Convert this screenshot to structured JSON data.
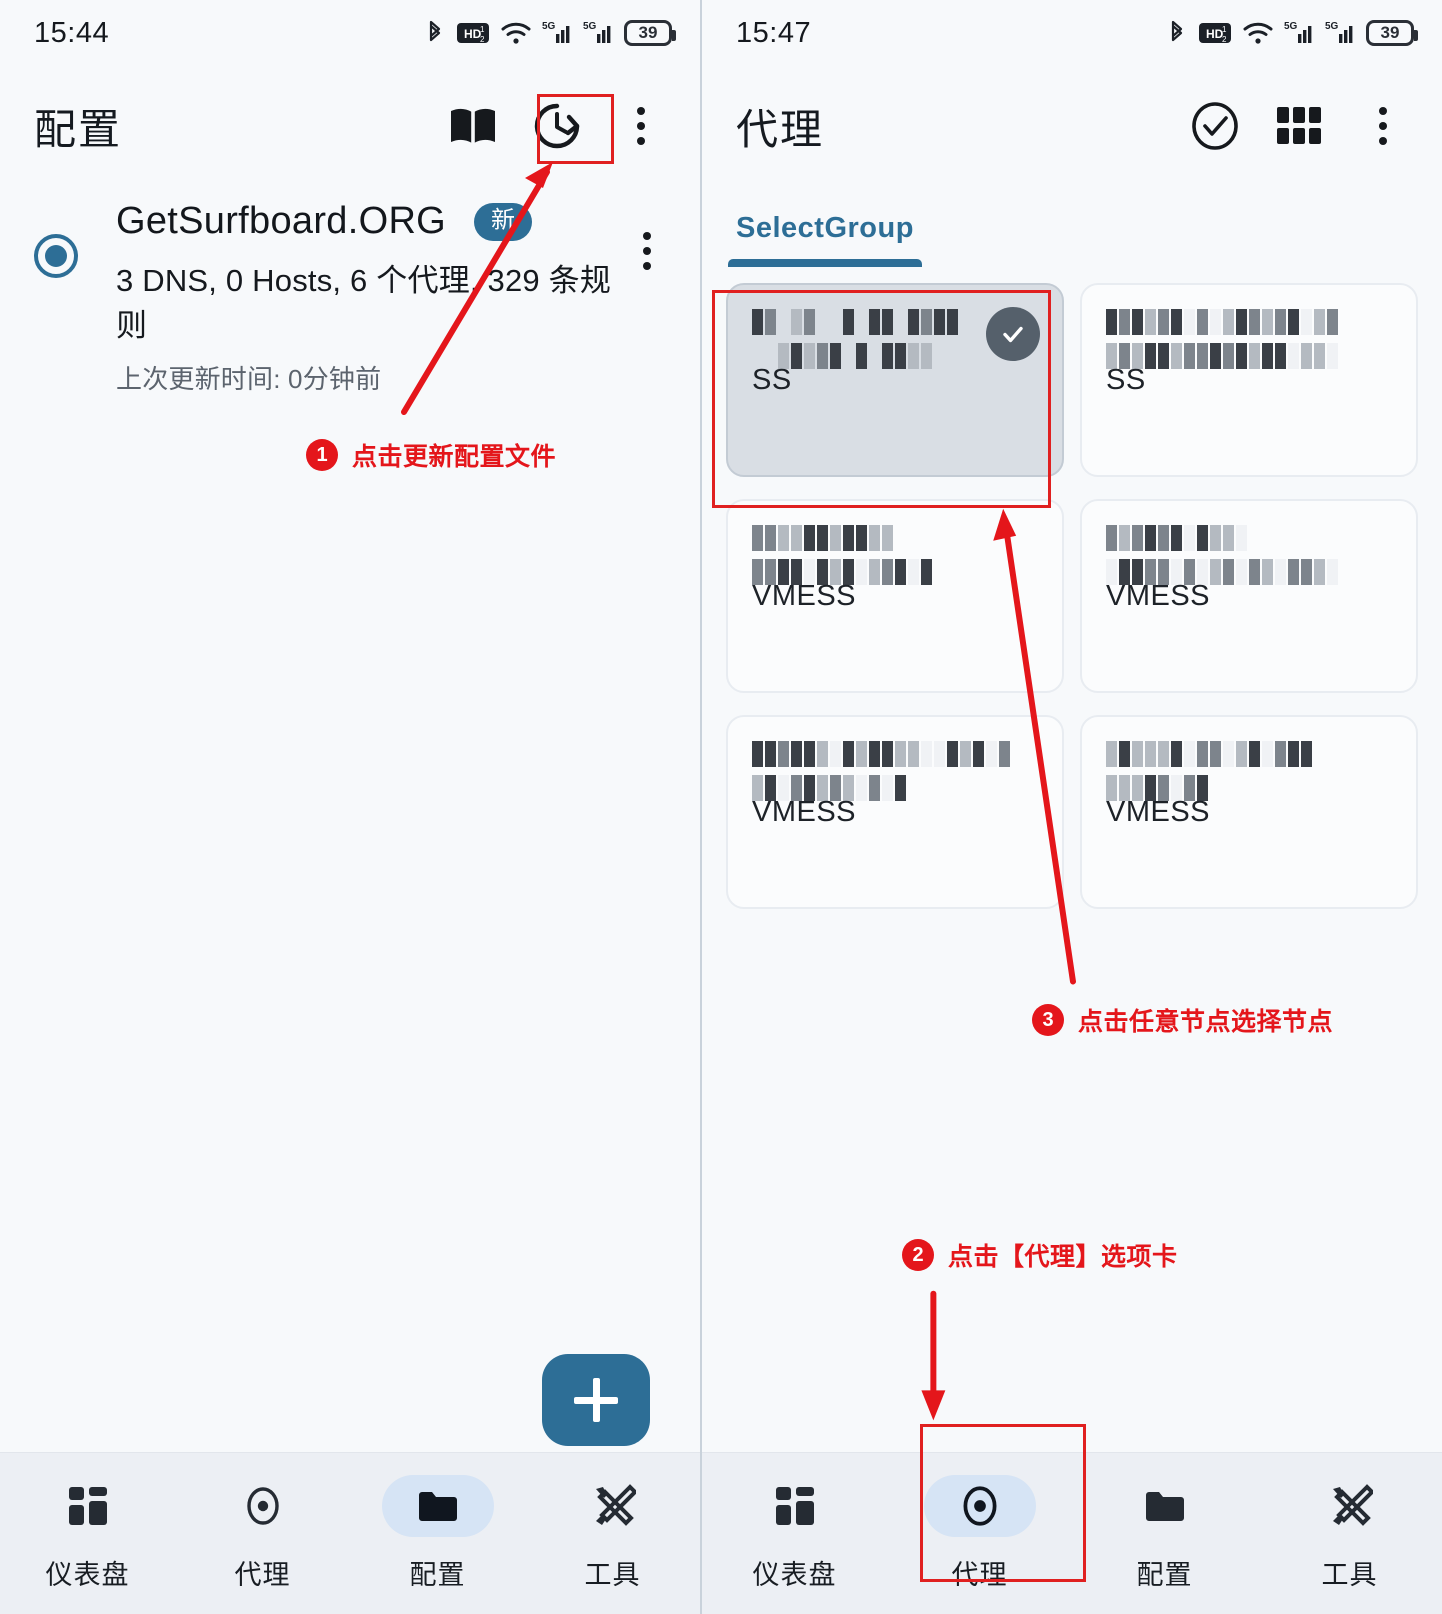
{
  "left": {
    "status": {
      "time": "15:44",
      "battery": "39",
      "icons": [
        "bluetooth-icon",
        "hd-voice-icon",
        "wifi-icon",
        "signal-5g-1-icon",
        "signal-5g-2-icon",
        "battery-icon"
      ]
    },
    "appbar": {
      "title": "配置",
      "actions": [
        {
          "name": "book-icon",
          "label": "文档"
        },
        {
          "name": "refresh-icon",
          "label": "更新"
        },
        {
          "name": "overflow-menu-icon",
          "label": "更多"
        }
      ]
    },
    "profile": {
      "name": "GetSurfboard.ORG",
      "badge": "新",
      "stats": "3 DNS, 0 Hosts, 6 个代理, 329 条规则",
      "updated": "上次更新时间: 0分钟前",
      "selected": true
    },
    "fab": {
      "label": "+",
      "name": "add-profile-fab"
    },
    "nav": [
      {
        "label": "仪表盘",
        "icon": "dashboard-icon",
        "active": false
      },
      {
        "label": "代理",
        "icon": "proxy-target-icon",
        "active": false
      },
      {
        "label": "配置",
        "icon": "folder-icon",
        "active": true
      },
      {
        "label": "工具",
        "icon": "tools-icon",
        "active": false
      }
    ]
  },
  "right": {
    "status": {
      "time": "15:47",
      "battery": "39"
    },
    "appbar": {
      "title": "代理",
      "actions": [
        {
          "name": "check-circle-icon",
          "label": "测速"
        },
        {
          "name": "grid-view-icon",
          "label": "视图"
        },
        {
          "name": "overflow-menu-icon",
          "label": "更多"
        }
      ]
    },
    "tabs": [
      {
        "label": "SelectGroup",
        "active": true
      }
    ],
    "cards": [
      {
        "type": "SS",
        "selected": true,
        "name_redacted": true,
        "lines": 2
      },
      {
        "type": "SS",
        "selected": false,
        "name_redacted": true,
        "lines": 2
      },
      {
        "type": "VMESS",
        "selected": false,
        "name_redacted": true,
        "lines": 2
      },
      {
        "type": "VMESS",
        "selected": false,
        "name_redacted": true,
        "lines": 2
      },
      {
        "type": "VMESS",
        "selected": false,
        "name_redacted": true,
        "lines": 2
      },
      {
        "type": "VMESS",
        "selected": false,
        "name_redacted": true,
        "lines": 2
      }
    ],
    "nav": [
      {
        "label": "仪表盘",
        "icon": "dashboard-icon",
        "active": false
      },
      {
        "label": "代理",
        "icon": "proxy-target-icon",
        "active": true
      },
      {
        "label": "配置",
        "icon": "folder-icon",
        "active": false
      },
      {
        "label": "工具",
        "icon": "tools-icon",
        "active": false
      }
    ]
  },
  "annotations": [
    {
      "num": "1",
      "text": "点击更新配置文件"
    },
    {
      "num": "2",
      "text": "点击【代理】选项卡"
    },
    {
      "num": "3",
      "text": "点击任意节点选择节点"
    }
  ],
  "colors": {
    "accent": "#2d6e96",
    "annotation": "#e4161b",
    "highlight": "#e02020",
    "nav_pill": "#d6e4f5"
  }
}
